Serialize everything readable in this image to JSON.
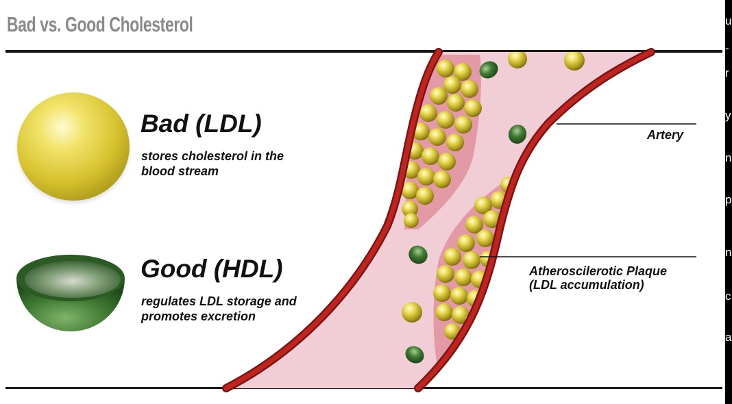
{
  "header": {
    "title": "Bad vs. Good Cholesterol"
  },
  "ldl": {
    "heading": "Bad (LDL)",
    "desc_lines": [
      "stores cholesterol in the",
      "blood stream"
    ],
    "icon": "ldl-sphere-icon",
    "color": "#d6c22e"
  },
  "hdl": {
    "heading": "Good (HDL)",
    "desc_lines": [
      "regulates LDL storage and",
      "promotes excretion"
    ],
    "icon": "hdl-cup-icon",
    "color": "#3f7a33"
  },
  "labels": {
    "artery": "Artery",
    "plaque_lines": [
      "Atheroscilerotic Plaque",
      "(LDL accumulation)"
    ]
  },
  "colors": {
    "artery_wall": "#b3201c",
    "blood": "#f1cdd6",
    "ldl_particle": "#e6d84a",
    "hdl_particle": "#3f7a33",
    "title": "#8a8a8a"
  },
  "right_strip": {
    "glyphs": [
      "u",
      "-",
      "r",
      "y",
      "n",
      "p",
      "n",
      "c",
      "a"
    ]
  }
}
